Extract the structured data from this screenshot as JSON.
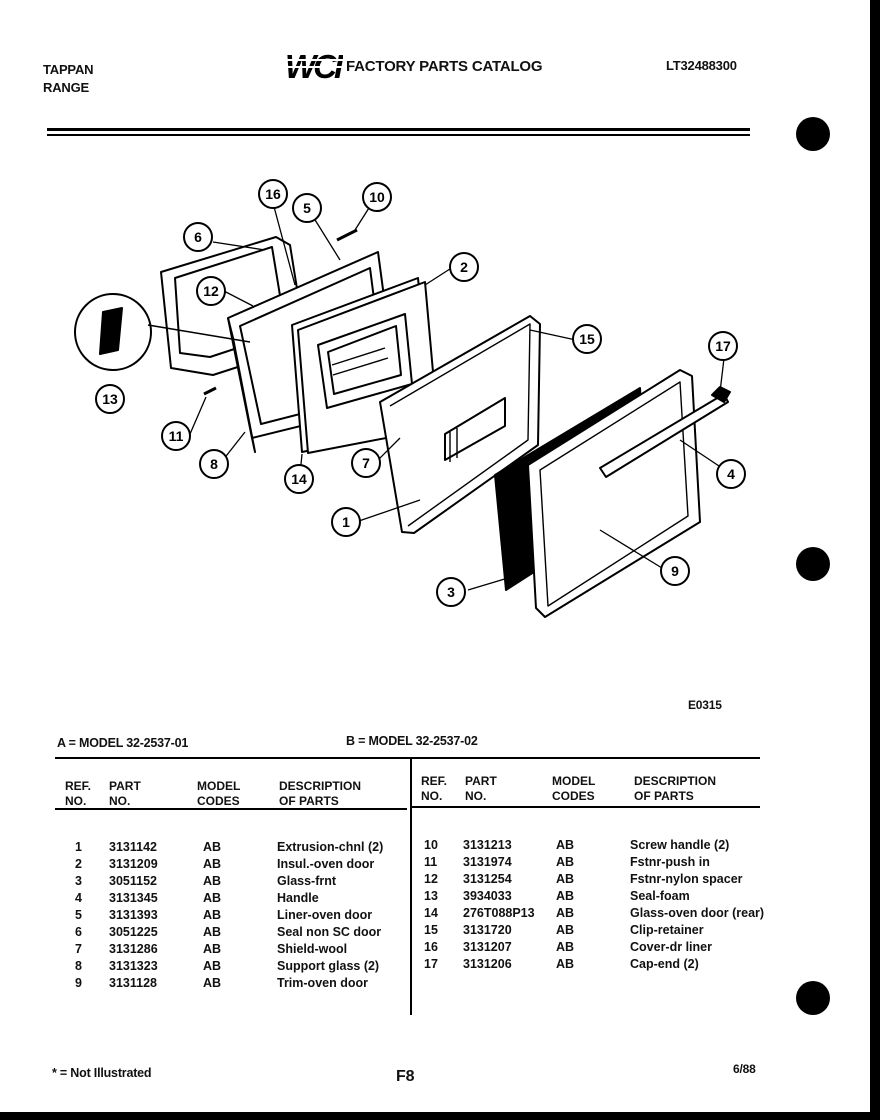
{
  "header": {
    "brand": "TAPPAN",
    "product": "RANGE",
    "logo_text": "WCI",
    "catalog_title": "FACTORY PARTS CATALOG",
    "catalog_number": "LT32488300"
  },
  "diagram": {
    "code": "E0315",
    "callouts": [
      "1",
      "2",
      "3",
      "4",
      "5",
      "6",
      "7",
      "8",
      "9",
      "10",
      "11",
      "12",
      "13",
      "14",
      "15",
      "16",
      "17"
    ]
  },
  "models": {
    "a": "A = MODEL 32-2537-01",
    "b": "B = MODEL 32-2537-02"
  },
  "table": {
    "headers": {
      "ref": "REF.\nNO.",
      "part": "PART\nNO.",
      "model": "MODEL\nCODES",
      "desc": "DESCRIPTION\nOF PARTS"
    },
    "left_rows": [
      {
        "ref": "1",
        "part": "3131142",
        "model": "AB",
        "desc": "Extrusion-chnl (2)"
      },
      {
        "ref": "2",
        "part": "3131209",
        "model": "AB",
        "desc": "Insul.-oven door"
      },
      {
        "ref": "3",
        "part": "3051152",
        "model": "AB",
        "desc": "Glass-frnt"
      },
      {
        "ref": "4",
        "part": "3131345",
        "model": "AB",
        "desc": "Handle"
      },
      {
        "ref": "5",
        "part": "3131393",
        "model": "AB",
        "desc": "Liner-oven door"
      },
      {
        "ref": "6",
        "part": "3051225",
        "model": "AB",
        "desc": "Seal non SC door"
      },
      {
        "ref": "7",
        "part": "3131286",
        "model": "AB",
        "desc": "Shield-wool"
      },
      {
        "ref": "8",
        "part": "3131323",
        "model": "AB",
        "desc": "Support glass (2)"
      },
      {
        "ref": "9",
        "part": "3131128",
        "model": "AB",
        "desc": "Trim-oven door"
      }
    ],
    "right_rows": [
      {
        "ref": "10",
        "part": "3131213",
        "model": "AB",
        "desc": "Screw handle (2)"
      },
      {
        "ref": "11",
        "part": "3131974",
        "model": "AB",
        "desc": "Fstnr-push in"
      },
      {
        "ref": "12",
        "part": "3131254",
        "model": "AB",
        "desc": "Fstnr-nylon spacer"
      },
      {
        "ref": "13",
        "part": "3934033",
        "model": "AB",
        "desc": "Seal-foam"
      },
      {
        "ref": "14",
        "part": "276T088P13",
        "model": "AB",
        "desc": "Glass-oven door (rear)"
      },
      {
        "ref": "15",
        "part": "3131720",
        "model": "AB",
        "desc": "Clip-retainer"
      },
      {
        "ref": "16",
        "part": "3131207",
        "model": "AB",
        "desc": "Cover-dr liner"
      },
      {
        "ref": "17",
        "part": "3131206",
        "model": "AB",
        "desc": "Cap-end (2)"
      }
    ]
  },
  "footer": {
    "note": "* = Not Illustrated",
    "page": "F8",
    "date": "6/88"
  }
}
